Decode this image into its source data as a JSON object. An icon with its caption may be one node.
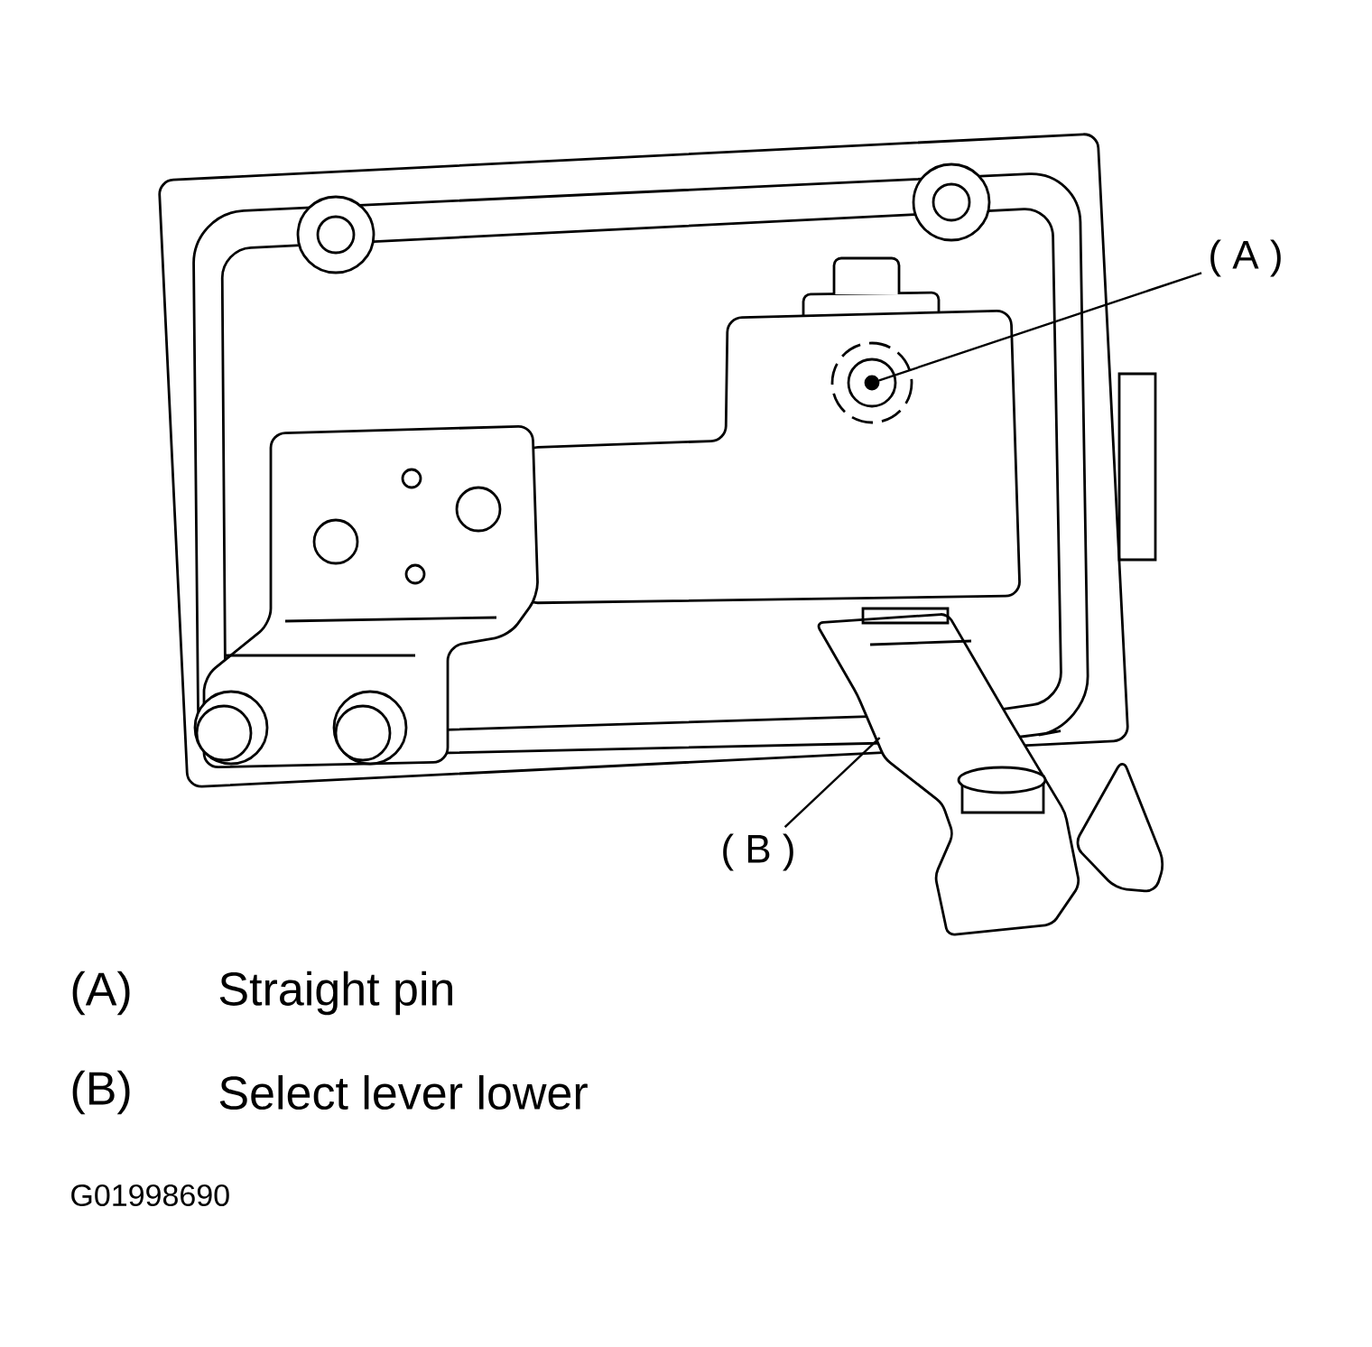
{
  "diagram": {
    "nodes": [
      {
        "text": [
          "( A )"
        ]
      },
      {
        "text": [],
        "shape": "circle"
      },
      {
        "text": [
          "( B )"
        ]
      },
      {
        "text": [],
        "shape": "picture"
      }
    ],
    "edges": [
      {
        "from": 0,
        "to": 1,
        "arrow": "none"
      },
      {
        "from": 2,
        "to": 3,
        "arrow": "none"
      }
    ],
    "labels": [
      "(A)",
      "Straight pin",
      "(B)",
      "Select lever lower",
      "G01998690"
    ]
  }
}
